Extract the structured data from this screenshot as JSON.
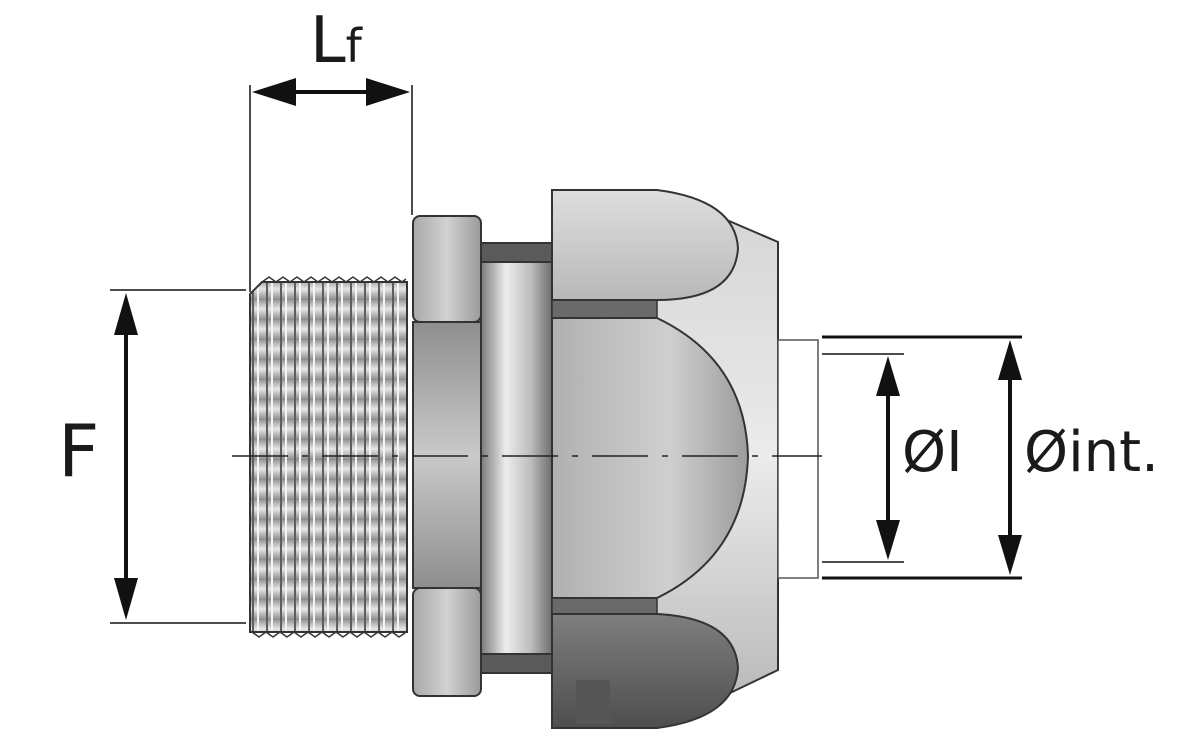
{
  "labels": {
    "thread_length": "Lf",
    "thread_length_main": "L",
    "thread_length_sub": "f",
    "thread_diameter": "F",
    "inner_diameter_l": "ØI",
    "inner_diameter_int": "Øint."
  }
}
